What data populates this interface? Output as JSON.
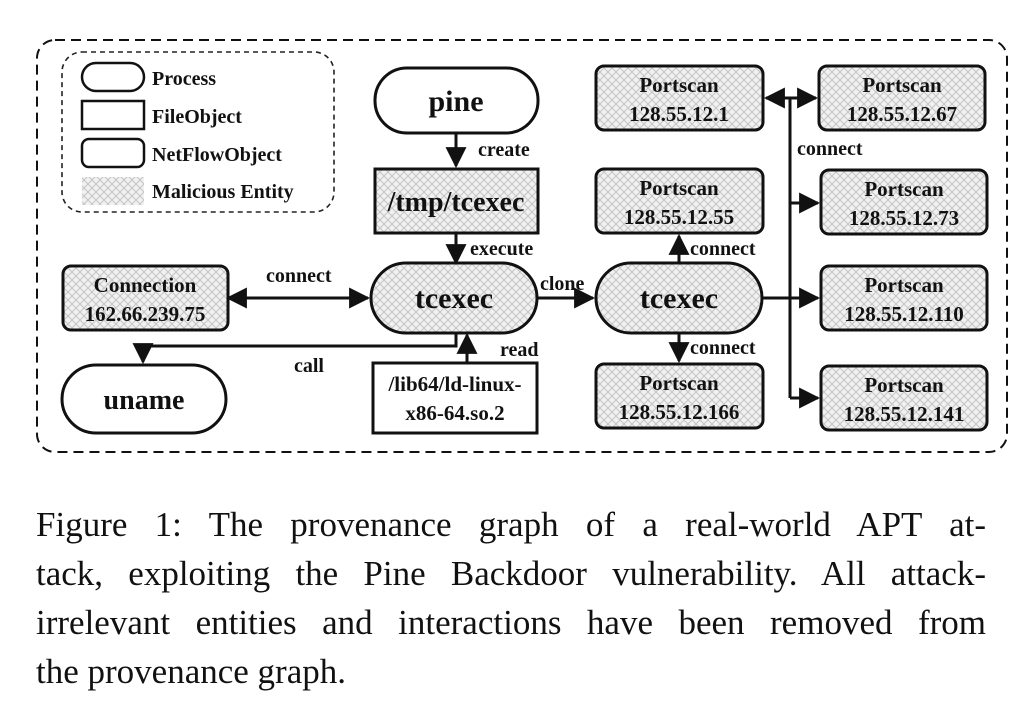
{
  "legend": {
    "process": "Process",
    "file_object": "FileObject",
    "netflow_object": "NetFlowObject",
    "malicious_entity": "Malicious Entity"
  },
  "nodes": {
    "pine": "pine",
    "tmp_tcexec": "/tmp/tcexec",
    "tcexec_main": "tcexec",
    "tcexec_clone": "tcexec",
    "connection_label": "Connection",
    "connection_ip": "162.66.239.75",
    "uname": "uname",
    "lib_line1": "/lib64/ld-linux-",
    "lib_line2": "x86-64.so.2",
    "portscan_label": "Portscan",
    "ps_1": "128.55.12.1",
    "ps_55": "128.55.12.55",
    "ps_166": "128.55.12.166",
    "ps_67": "128.55.12.67",
    "ps_73": "128.55.12.73",
    "ps_110": "128.55.12.110",
    "ps_141": "128.55.12.141"
  },
  "edges": {
    "create": "create",
    "execute": "execute",
    "connect": "connect",
    "clone": "clone",
    "call": "call",
    "read": "read"
  },
  "caption": {
    "line1": "Figure 1: The provenance graph of a real-world APT at-",
    "line2": "tack, exploiting the Pine Backdoor vulnerability. All attack-",
    "line3": "irrelevant entities and interactions have been removed from",
    "line4": "the provenance graph."
  }
}
